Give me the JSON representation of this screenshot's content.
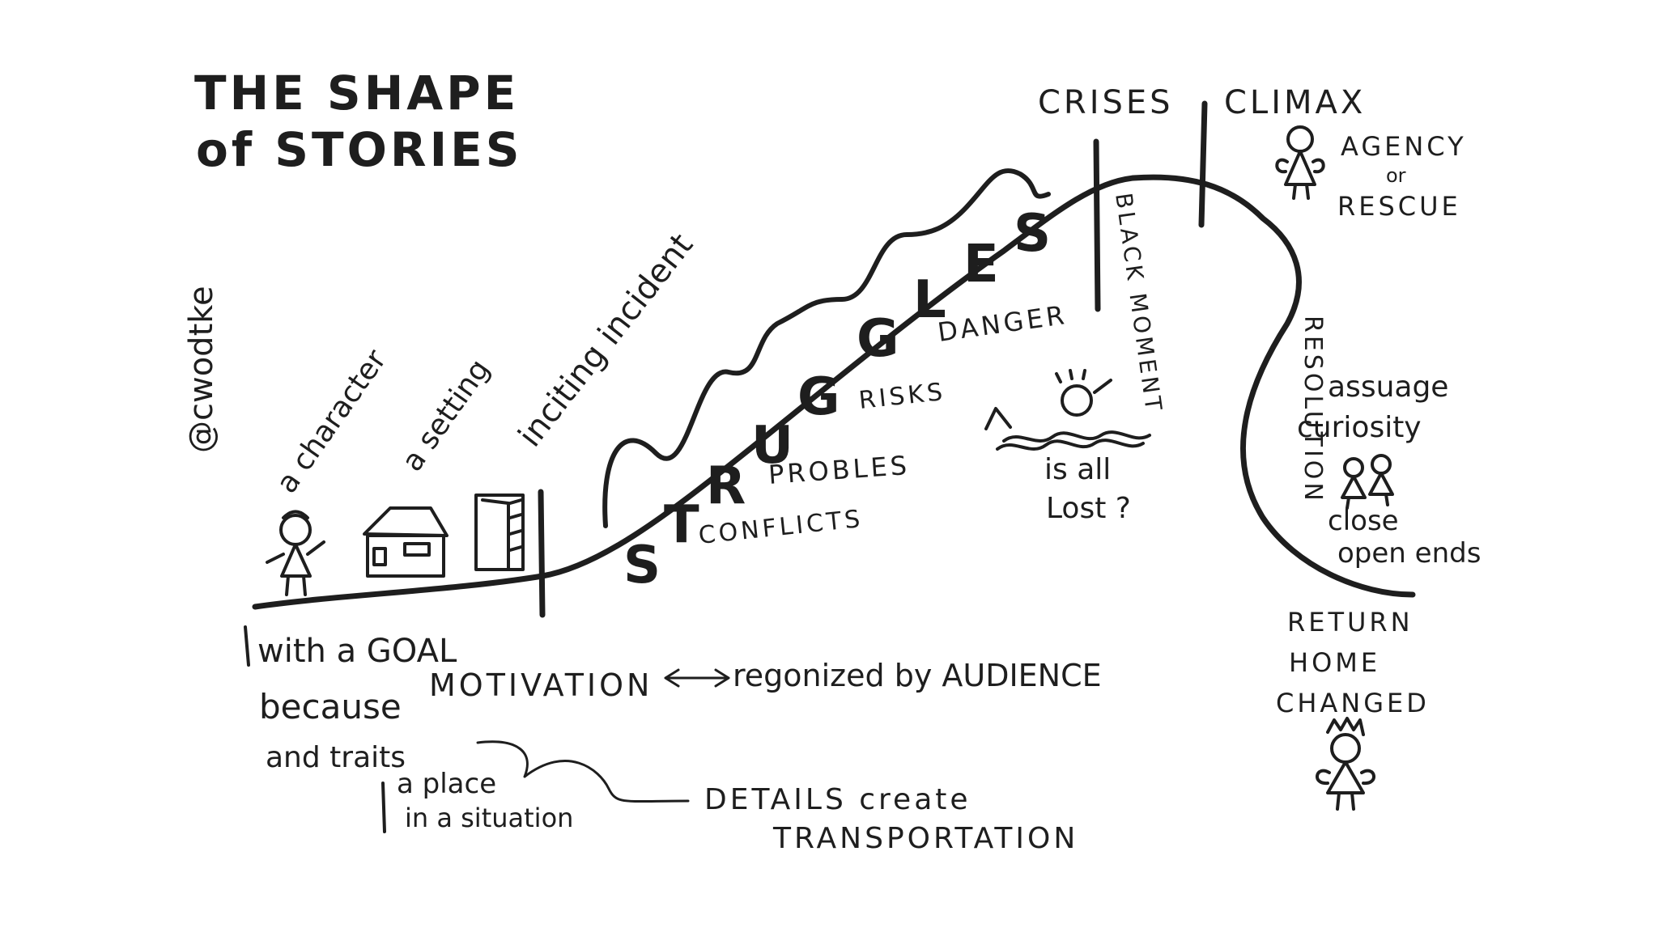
{
  "title": {
    "line1": "THE SHAPE",
    "line2": "of STORIES"
  },
  "author": "@cwodtke",
  "setup": {
    "character": "a character",
    "setting": "a setting",
    "goal": "with a GOAL",
    "motivation_prefix": "because",
    "motivation": "MOTIVATION",
    "recognized": "regonized by AUDIENCE",
    "traits": "and traits",
    "place": "a place",
    "situation": "in a situation",
    "details": "DETAILS create",
    "transportation": "TRANSPORTATION"
  },
  "inciting": "inciting incident",
  "struggles": {
    "letters": [
      "S",
      "T",
      "R",
      "U",
      "G",
      "G",
      "L",
      "E",
      "S"
    ],
    "danger": "DANGER",
    "risks": "RISKS",
    "probles": "PROBLES",
    "conflicts": "CONFLICTS"
  },
  "crises": {
    "label": "CRISES",
    "black_moment": "BLACK MOMENT",
    "is_all": "is all",
    "lost": "Lost ?"
  },
  "climax": {
    "label": "CLIMAX",
    "agency": "AGENCY",
    "or": "or",
    "rescue": "RESCUE"
  },
  "resolution": {
    "label": "RESOLUTION",
    "assuage": "assuage",
    "curiosity": "curiosity",
    "close": "close",
    "open_ends": "open ends",
    "return": "RETURN",
    "home": "HOME",
    "changed": "CHANGED"
  },
  "colors": {
    "ink": "#1e1e1e",
    "paper": "#ffffff"
  },
  "icons": [
    "stick-figure-icon",
    "house-icon",
    "door-icon",
    "drowning-figure-icon",
    "winged-figure-icon",
    "two-figures-icon",
    "crowned-figure-icon"
  ]
}
